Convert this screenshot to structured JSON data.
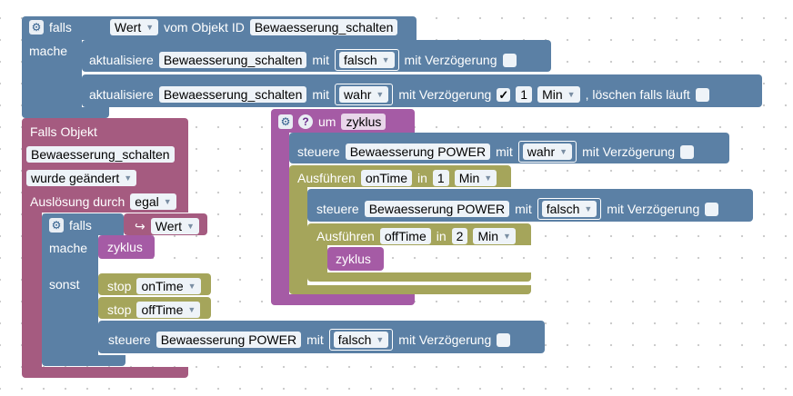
{
  "if_block": {
    "if_label": "falls",
    "value_dropdown": "Wert",
    "of_object_label": "vom Objekt ID",
    "object_id": "Bewaesserung_schalten",
    "do_label": "mache",
    "update1": {
      "label": "aktualisiere",
      "target": "Bewaesserung_schalten",
      "with_label": "mit",
      "value": "falsch",
      "delay_label": "mit Verzögerung"
    },
    "update2": {
      "label": "aktualisiere",
      "target": "Bewaesserung_schalten",
      "with_label": "mit",
      "value": "wahr",
      "delay_label": "mit Verzögerung",
      "check": "✓",
      "delay_value": "1",
      "delay_unit": "Min",
      "clear_label": ", löschen falls läuft"
    }
  },
  "trigger": {
    "title": "Falls Objekt",
    "object": "Bewaesserung_schalten",
    "changed": "wurde geändert",
    "trigger_label": "Auslösung durch",
    "trigger_value": "egal"
  },
  "inner_if": {
    "if_label": "falls",
    "arrow": "↪",
    "value": "Wert",
    "do_label": "mache",
    "call": "zyklus",
    "else_label": "sonst",
    "stop1_label": "stop",
    "stop1_value": "onTime",
    "stop2_label": "stop",
    "stop2_value": "offTime",
    "control": {
      "label": "steuere",
      "target": "Bewaesserung POWER",
      "with_label": "mit",
      "value": "falsch",
      "delay_label": "mit Verzögerung"
    }
  },
  "function_block": {
    "to_label": "um",
    "name": "zyklus",
    "control1": {
      "label": "steuere",
      "target": "Bewaesserung POWER",
      "with_label": "mit",
      "value": "wahr",
      "delay_label": "mit Verzögerung"
    },
    "timeout1": {
      "label": "Ausführen",
      "name": "onTime",
      "in_label": "in",
      "value": "1",
      "unit": "Min"
    },
    "control2": {
      "label": "steuere",
      "target": "Bewaesserung POWER",
      "with_label": "mit",
      "value": "falsch",
      "delay_label": "mit Verzögerung"
    },
    "timeout2": {
      "label": "Ausführen",
      "name": "offTime",
      "in_label": "in",
      "value": "2",
      "unit": "Min"
    },
    "call": "zyklus"
  },
  "colors": {
    "logic": "#5b80a5",
    "event": "#a55b80",
    "function": "#a55ba5",
    "timeout": "#a5a55b"
  }
}
